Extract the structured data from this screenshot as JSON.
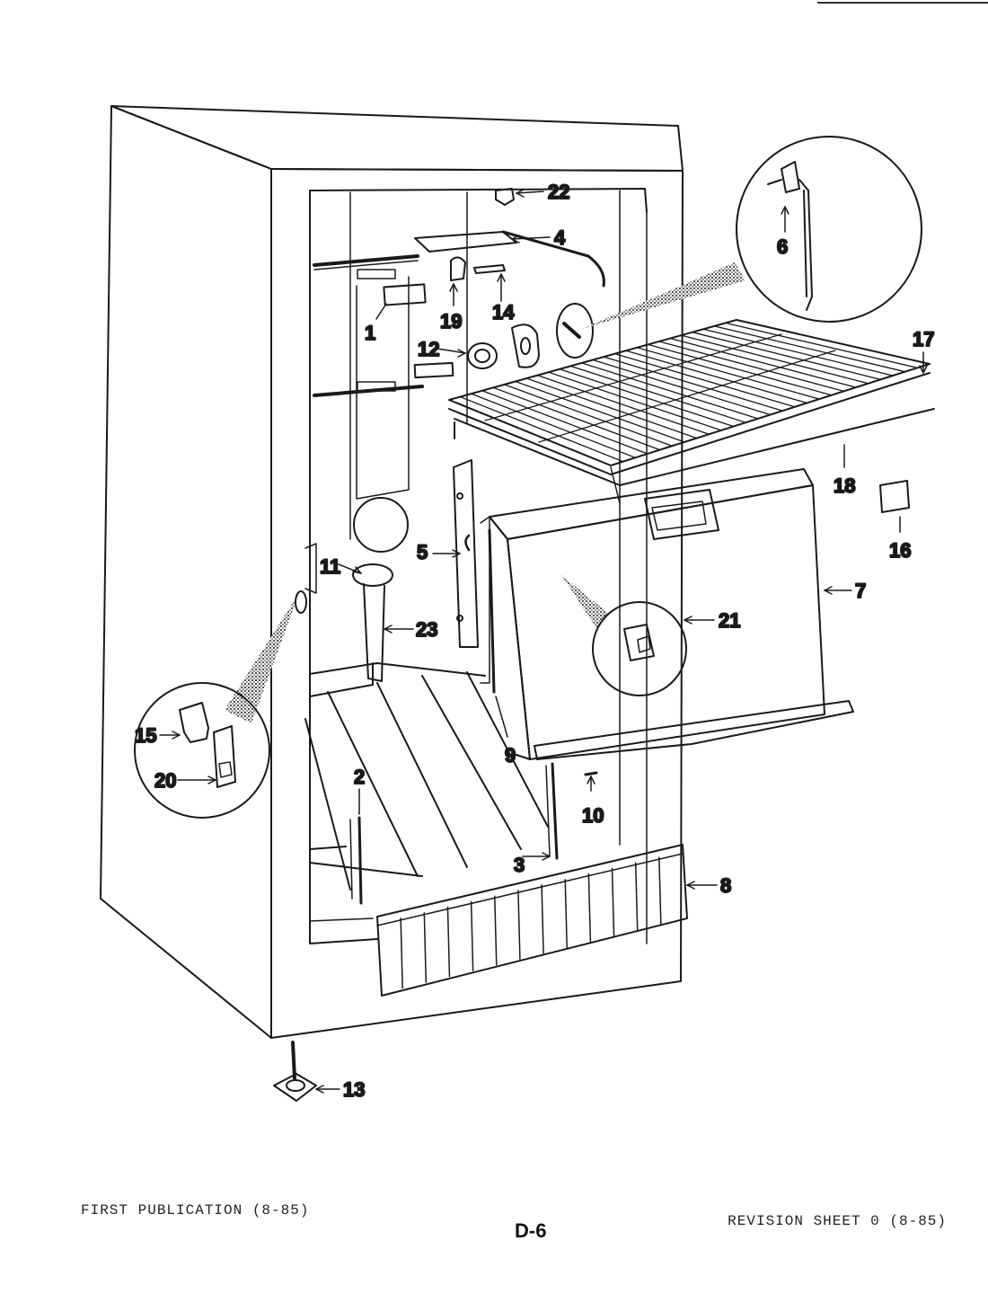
{
  "footer": {
    "first_publication": "FIRST PUBLICATION (8-85)",
    "page_code": "D-6",
    "revision": "REVISION SHEET 0 (8-85)"
  },
  "callouts": [
    "1",
    "2",
    "3",
    "4",
    "5",
    "6",
    "7",
    "8",
    "9",
    "10",
    "11",
    "12",
    "13",
    "14",
    "15",
    "16",
    "17",
    "18",
    "19",
    "20",
    "21",
    "22",
    "23"
  ],
  "colors": {
    "ink": "#1a1a1a",
    "paper": "#ffffff"
  }
}
